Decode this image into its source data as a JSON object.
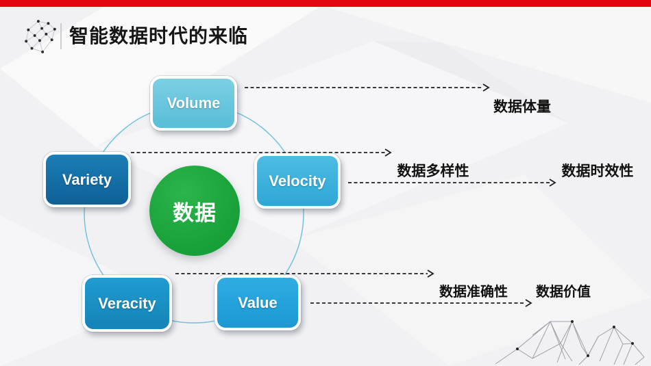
{
  "slide": {
    "title": "智能数据时代的来临",
    "top_bar_color": "#e30613",
    "background_color": "#f1f1f3"
  },
  "diagram": {
    "center": {
      "label": "数据",
      "color": "#1fa83c"
    },
    "nodes": [
      {
        "label": "Volume",
        "color": "#6ecade",
        "annotation": "数据体量"
      },
      {
        "label": "Variety",
        "color": "#1477b0",
        "annotation": "数据多样性"
      },
      {
        "label": "Velocity",
        "color": "#41b6e0",
        "annotation": "数据时效性"
      },
      {
        "label": "Veracity",
        "color": "#1d95cb",
        "annotation": "数据准确性"
      },
      {
        "label": "Value",
        "color": "#27a8e0",
        "annotation": "数据价值"
      }
    ],
    "arrow_color": "#1d1d1d",
    "ring_color": "#58b8d8"
  },
  "icons": {
    "logo": "network-graph-icon",
    "decoration": "polygon-mountain-decoration"
  }
}
